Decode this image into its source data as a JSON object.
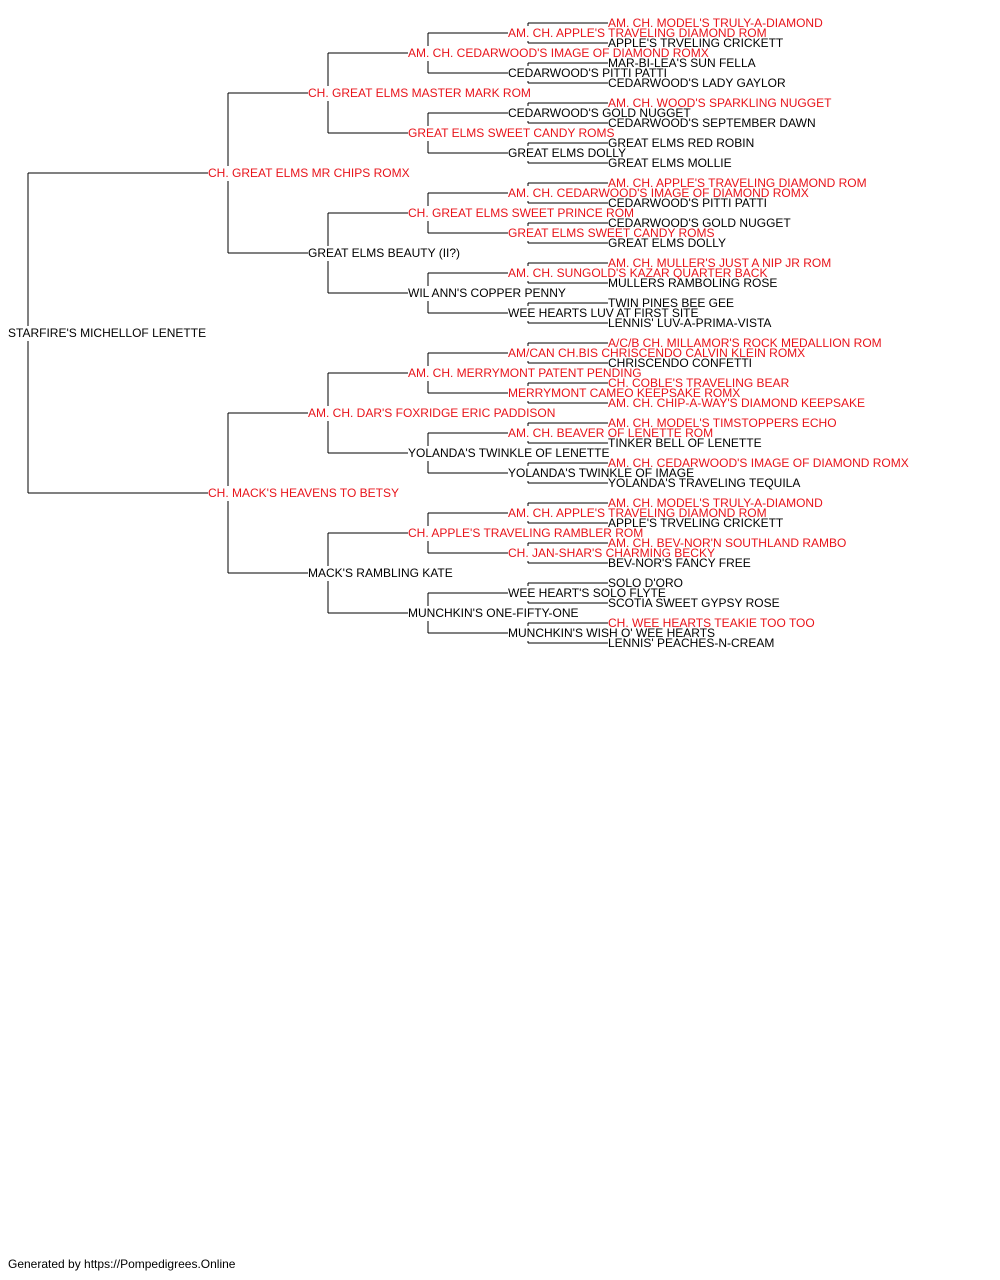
{
  "colors": {
    "champion": "#e8141b",
    "normal": "#000000",
    "line": "#000000"
  },
  "pedigree": {
    "name": "STARFIRE'S MICHELLOF LENETTE",
    "ch": false,
    "sire": {
      "name": "CH. GREAT ELMS MR CHIPS ROMX",
      "ch": true,
      "sire": {
        "name": "CH. GREAT ELMS MASTER MARK ROM",
        "ch": true,
        "sire": {
          "name": "AM. CH. CEDARWOOD'S IMAGE OF DIAMOND ROMX",
          "ch": true,
          "sire": {
            "name": "AM. CH. APPLE'S TRAVELING DIAMOND ROM",
            "ch": true,
            "sire": {
              "name": "AM. CH. MODEL'S TRULY-A-DIAMOND",
              "ch": true
            },
            "dam": {
              "name": "APPLE'S TRVELING CRICKETT",
              "ch": false
            }
          },
          "dam": {
            "name": "CEDARWOOD'S PITTI PATTI",
            "ch": false,
            "sire": {
              "name": "MAR-BI-LEA'S SUN FELLA",
              "ch": false
            },
            "dam": {
              "name": "CEDARWOOD'S LADY GAYLOR",
              "ch": false
            }
          }
        },
        "dam": {
          "name": "GREAT ELMS SWEET CANDY ROMS",
          "ch": true,
          "sire": {
            "name": "CEDARWOOD'S GOLD NUGGET",
            "ch": false,
            "sire": {
              "name": "AM. CH. WOOD'S SPARKLING NUGGET",
              "ch": true
            },
            "dam": {
              "name": "CEDARWOOD'S SEPTEMBER DAWN",
              "ch": false
            }
          },
          "dam": {
            "name": "GREAT ELMS DOLLY",
            "ch": false,
            "sire": {
              "name": "GREAT ELMS RED ROBIN",
              "ch": false
            },
            "dam": {
              "name": "GREAT ELMS MOLLIE",
              "ch": false
            }
          }
        }
      },
      "dam": {
        "name": "GREAT ELMS BEAUTY (II?)",
        "ch": false,
        "sire": {
          "name": "CH. GREAT ELMS SWEET PRINCE ROM",
          "ch": true,
          "sire": {
            "name": "AM. CH. CEDARWOOD'S IMAGE OF DIAMOND ROMX",
            "ch": true,
            "sire": {
              "name": "AM. CH. APPLE'S TRAVELING DIAMOND ROM",
              "ch": true
            },
            "dam": {
              "name": "CEDARWOOD'S PITTI PATTI",
              "ch": false
            }
          },
          "dam": {
            "name": "GREAT ELMS SWEET CANDY ROMS",
            "ch": true,
            "sire": {
              "name": "CEDARWOOD'S GOLD NUGGET",
              "ch": false
            },
            "dam": {
              "name": "GREAT ELMS DOLLY",
              "ch": false
            }
          }
        },
        "dam": {
          "name": "WIL ANN'S COPPER PENNY",
          "ch": false,
          "sire": {
            "name": "AM. CH. SUNGOLD'S KAZAR QUARTER BACK",
            "ch": true,
            "sire": {
              "name": "AM. CH. MULLER'S JUST A NIP JR ROM",
              "ch": true
            },
            "dam": {
              "name": "MULLERS RAMBOLING ROSE",
              "ch": false
            }
          },
          "dam": {
            "name": "WEE HEARTS LUV AT FIRST SITE",
            "ch": false,
            "sire": {
              "name": "TWIN PINES BEE GEE",
              "ch": false
            },
            "dam": {
              "name": "LENNIS' LUV-A-PRIMA-VISTA",
              "ch": false
            }
          }
        }
      }
    },
    "dam": {
      "name": "CH. MACK'S HEAVENS TO BETSY",
      "ch": true,
      "sire": {
        "name": "AM. CH. DAR'S FOXRIDGE ERIC PADDISON",
        "ch": true,
        "sire": {
          "name": "AM. CH. MERRYMONT PATENT PENDING",
          "ch": true,
          "sire": {
            "name": "AM/CAN CH.BIS CHRISCENDO CALVIN KLEIN ROMX",
            "ch": true,
            "sire": {
              "name": "A/C/B CH. MILLAMOR'S ROCK MEDALLION ROM",
              "ch": true
            },
            "dam": {
              "name": "CHRISCENDO CONFETTI",
              "ch": false
            }
          },
          "dam": {
            "name": "MERRYMONT CAMEO KEEPSAKE ROMX",
            "ch": true,
            "sire": {
              "name": "CH. COBLE'S TRAVELING BEAR",
              "ch": true
            },
            "dam": {
              "name": "AM. CH. CHIP-A-WAY'S DIAMOND KEEPSAKE",
              "ch": true
            }
          }
        },
        "dam": {
          "name": "YOLANDA'S TWINKLE OF LENETTE",
          "ch": false,
          "sire": {
            "name": "AM. CH. BEAVER OF LENETTE ROM",
            "ch": true,
            "sire": {
              "name": "AM. CH. MODEL'S TIMSTOPPERS ECHO",
              "ch": true
            },
            "dam": {
              "name": "TINKER BELL OF LENETTE",
              "ch": false
            }
          },
          "dam": {
            "name": "YOLANDA'S TWINKLE OF IMAGE",
            "ch": false,
            "sire": {
              "name": "AM. CH. CEDARWOOD'S IMAGE OF DIAMOND ROMX",
              "ch": true
            },
            "dam": {
              "name": "YOLANDA'S TRAVELING TEQUILA",
              "ch": false
            }
          }
        }
      },
      "dam": {
        "name": "MACK'S RAMBLING KATE",
        "ch": false,
        "sire": {
          "name": "CH. APPLE'S TRAVELING RAMBLER ROM",
          "ch": true,
          "sire": {
            "name": "AM. CH. APPLE'S TRAVELING DIAMOND ROM",
            "ch": true,
            "sire": {
              "name": "AM. CH. MODEL'S TRULY-A-DIAMOND",
              "ch": true
            },
            "dam": {
              "name": "APPLE'S TRVELING CRICKETT",
              "ch": false
            }
          },
          "dam": {
            "name": "CH. JAN-SHAR'S CHARMING BECKY",
            "ch": true,
            "sire": {
              "name": "AM. CH. BEV-NOR'N SOUTHLAND RAMBO",
              "ch": true
            },
            "dam": {
              "name": "BEV-NOR'S FANCY FREE",
              "ch": false
            }
          }
        },
        "dam": {
          "name": "MUNCHKIN'S ONE-FIFTY-ONE",
          "ch": false,
          "sire": {
            "name": "WEE HEART'S SOLO FLYTE",
            "ch": false,
            "sire": {
              "name": "SOLO D'ORO",
              "ch": false
            },
            "dam": {
              "name": "SCOTIA SWEET GYPSY ROSE",
              "ch": false
            }
          },
          "dam": {
            "name": "MUNCHKIN'S WISH O' WEE HEARTS",
            "ch": false,
            "sire": {
              "name": "CH. WEE HEARTS TEAKIE TOO TOO",
              "ch": true
            },
            "dam": {
              "name": "LENNIS' PEACHES-N-CREAM",
              "ch": false
            }
          }
        }
      }
    }
  },
  "footer": {
    "text": "Generated by https://Pompedigrees.Online"
  }
}
